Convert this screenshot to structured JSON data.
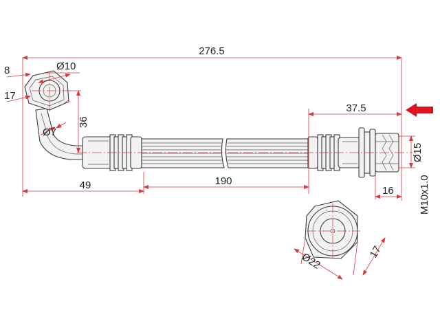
{
  "colors": {
    "dimension_line": "#d9363e",
    "part_outline": "#3a3a3a",
    "direction_arrow": "#e0141e",
    "background": "#ffffff"
  },
  "dimensions": {
    "overall_length": "276.5",
    "banjo_thickness": "8",
    "banjo_hole": "Ø10",
    "banjo_width": "17",
    "banjo_drop": "36",
    "pipe_diameter": "Ø7",
    "fitting_left": "49",
    "hose_length": "190",
    "fitting_right": "37.5",
    "nut_diameter": "Ø15",
    "thread_length": "16",
    "thread_size": "M10x1.0",
    "end_flange_diameter": "Ø22",
    "end_hex_size": "17"
  },
  "icons": {
    "direction_arrow": "arrow-left-icon"
  }
}
